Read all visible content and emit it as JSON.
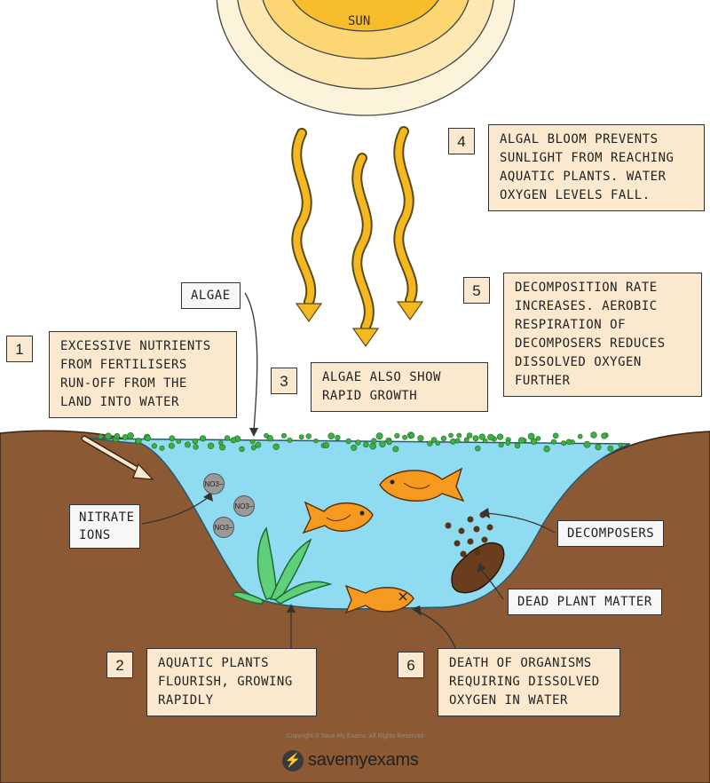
{
  "sun_label": "SUN",
  "algae_tag": "ALGAE",
  "nitrate_tag_line1": "NITRATE",
  "nitrate_tag_line2": "IONS",
  "decomposers_tag": "DECOMPOSERS",
  "dead_plant_tag": "DEAD PLANT MATTER",
  "ion_label": "NO3−",
  "steps": [
    {
      "number": "1",
      "lines": [
        "EXCESSIVE NUTRIENTS",
        "FROM FERTILISERS",
        "RUN-OFF FROM THE",
        "LAND INTO WATER"
      ]
    },
    {
      "number": "2",
      "lines": [
        "AQUATIC PLANTS",
        "FLOURISH, GROWING",
        "RAPIDLY"
      ]
    },
    {
      "number": "3",
      "lines": [
        "ALGAE ALSO SHOW",
        "RAPID GROWTH"
      ]
    },
    {
      "number": "4",
      "lines": [
        "ALGAL BLOOM PREVENTS",
        "SUNLIGHT FROM REACHING",
        "AQUATIC PLANTS. WATER",
        "OXYGEN LEVELS FALL."
      ]
    },
    {
      "number": "5",
      "lines": [
        "DECOMPOSITION RATE",
        "INCREASES. AEROBIC",
        "RESPIRATION OF",
        "DECOMPOSERS REDUCES",
        "DISSOLVED OXYGEN",
        "FURTHER"
      ]
    },
    {
      "number": "6",
      "lines": [
        "DEATH OF ORGANISMS",
        "REQUIRING DISSOLVED",
        "OXYGEN IN WATER"
      ]
    }
  ],
  "copyright": "Copyright © Save My Exams. All Rights Reserved",
  "brand_name": "savemyexams",
  "colors": {
    "soil": "#8b5a34",
    "water": "#8fdcf2",
    "sun_outer": "#fdf3da",
    "sun_inner": "#f7bd2c",
    "ray": "#f5b81f",
    "algae": "#3cb043",
    "fish": "#f59a1e",
    "label_box": "#fbe9cf"
  }
}
